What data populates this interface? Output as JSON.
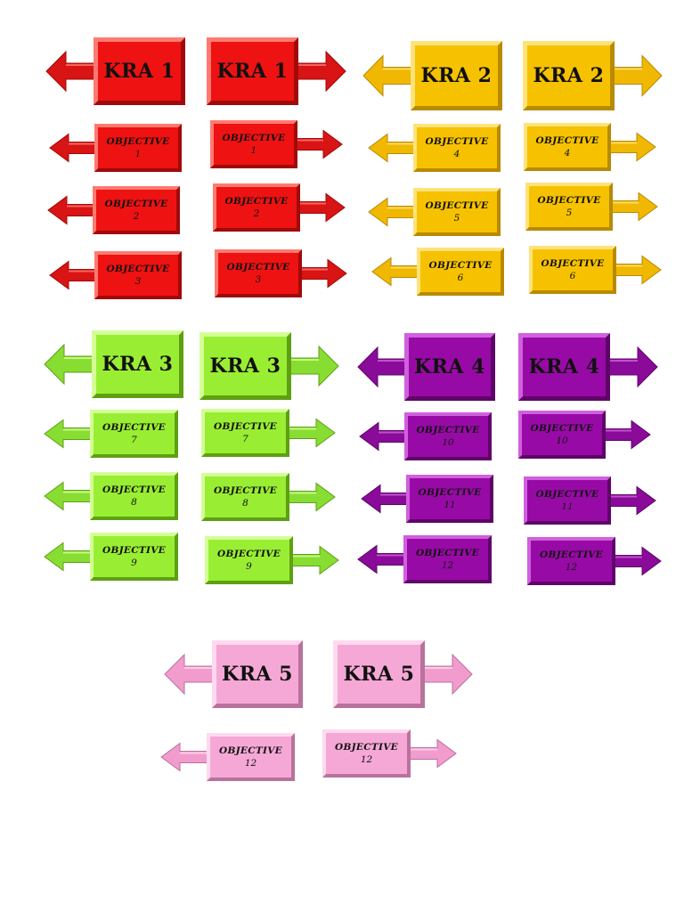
{
  "palette": {
    "red": {
      "fill": "#ee1212",
      "light": "#ff7a70",
      "dark": "#a00a0a",
      "arrow": "#d81414"
    },
    "yellow": {
      "fill": "#f6c200",
      "light": "#ffe27a",
      "dark": "#b88a00",
      "arrow": "#f0b800"
    },
    "green": {
      "fill": "#99ee33",
      "light": "#d4ff96",
      "dark": "#5ea012",
      "arrow": "#88dd33"
    },
    "purple": {
      "fill": "#980aa6",
      "light": "#d060dd",
      "dark": "#5e0568",
      "arrow": "#8a0a9a"
    },
    "pink": {
      "fill": "#f5a8d6",
      "light": "#ffd9ef",
      "dark": "#b8729c",
      "arrow": "#f19ccd"
    }
  },
  "cards": [
    {
      "name": "kra-1-left",
      "kind": "kra",
      "dir": "left",
      "color": "red",
      "text": "KRA 1"
    },
    {
      "name": "kra-1-right",
      "kind": "kra",
      "dir": "right",
      "color": "red",
      "text": "KRA 1"
    },
    {
      "name": "objective-1-left",
      "kind": "obj",
      "dir": "left",
      "color": "red",
      "text": "OBJECTIVE",
      "num": "1"
    },
    {
      "name": "objective-1-right",
      "kind": "obj",
      "dir": "right",
      "color": "red",
      "text": "OBJECTIVE",
      "num": "1"
    },
    {
      "name": "objective-2-left",
      "kind": "obj",
      "dir": "left",
      "color": "red",
      "text": "OBJECTIVE",
      "num": "2"
    },
    {
      "name": "objective-2-right",
      "kind": "obj",
      "dir": "right",
      "color": "red",
      "text": "OBJECTIVE",
      "num": "2"
    },
    {
      "name": "objective-3-left",
      "kind": "obj",
      "dir": "left",
      "color": "red",
      "text": "OBJECTIVE",
      "num": "3"
    },
    {
      "name": "objective-3-right",
      "kind": "obj",
      "dir": "right",
      "color": "red",
      "text": "OBJECTIVE",
      "num": "3"
    },
    {
      "name": "kra-2-left",
      "kind": "kra",
      "dir": "left",
      "color": "yellow",
      "text": "KRA 2"
    },
    {
      "name": "kra-2-right",
      "kind": "kra",
      "dir": "right",
      "color": "yellow",
      "text": "KRA 2"
    },
    {
      "name": "objective-4-left",
      "kind": "obj",
      "dir": "left",
      "color": "yellow",
      "text": "OBJECTIVE",
      "num": "4"
    },
    {
      "name": "objective-4-right",
      "kind": "obj",
      "dir": "right",
      "color": "yellow",
      "text": "OBJECTIVE",
      "num": "4"
    },
    {
      "name": "objective-5-left",
      "kind": "obj",
      "dir": "left",
      "color": "yellow",
      "text": "OBJECTIVE",
      "num": "5"
    },
    {
      "name": "objective-5-right",
      "kind": "obj",
      "dir": "right",
      "color": "yellow",
      "text": "OBJECTIVE",
      "num": "5"
    },
    {
      "name": "objective-6-left",
      "kind": "obj",
      "dir": "left",
      "color": "yellow",
      "text": "OBJECTIVE",
      "num": "6"
    },
    {
      "name": "objective-6-right",
      "kind": "obj",
      "dir": "right",
      "color": "yellow",
      "text": "OBJECTIVE",
      "num": "6"
    },
    {
      "name": "kra-3-left",
      "kind": "kra",
      "dir": "left",
      "color": "green",
      "text": "KRA 3"
    },
    {
      "name": "kra-3-right",
      "kind": "kra",
      "dir": "right",
      "color": "green",
      "text": "KRA 3"
    },
    {
      "name": "objective-7-left",
      "kind": "obj",
      "dir": "left",
      "color": "green",
      "text": "OBJECTIVE",
      "num": "7"
    },
    {
      "name": "objective-7-right",
      "kind": "obj",
      "dir": "right",
      "color": "green",
      "text": "OBJECTIVE",
      "num": "7"
    },
    {
      "name": "objective-8-left",
      "kind": "obj",
      "dir": "left",
      "color": "green",
      "text": "OBJECTIVE",
      "num": "8"
    },
    {
      "name": "objective-8-right",
      "kind": "obj",
      "dir": "right",
      "color": "green",
      "text": "OBJECTIVE",
      "num": "8"
    },
    {
      "name": "objective-9-left",
      "kind": "obj",
      "dir": "left",
      "color": "green",
      "text": "OBJECTIVE",
      "num": "9"
    },
    {
      "name": "objective-9-right",
      "kind": "obj",
      "dir": "right",
      "color": "green",
      "text": "OBJECTIVE",
      "num": "9"
    },
    {
      "name": "kra-4-left",
      "kind": "kra",
      "dir": "left",
      "color": "purple",
      "text": "KRA 4"
    },
    {
      "name": "kra-4-right",
      "kind": "kra",
      "dir": "right",
      "color": "purple",
      "text": "KRA 4"
    },
    {
      "name": "objective-10-left",
      "kind": "obj",
      "dir": "left",
      "color": "purple",
      "text": "OBJECTIVE",
      "num": "10"
    },
    {
      "name": "objective-10-right",
      "kind": "obj",
      "dir": "right",
      "color": "purple",
      "text": "OBJECTIVE",
      "num": "10"
    },
    {
      "name": "objective-11-left",
      "kind": "obj",
      "dir": "left",
      "color": "purple",
      "text": "OBJECTIVE",
      "num": "11"
    },
    {
      "name": "objective-11-right",
      "kind": "obj",
      "dir": "right",
      "color": "purple",
      "text": "OBJECTIVE",
      "num": "11"
    },
    {
      "name": "objective-12-left",
      "kind": "obj",
      "dir": "left",
      "color": "purple",
      "text": "OBJECTIVE",
      "num": "12"
    },
    {
      "name": "objective-12-right",
      "kind": "obj",
      "dir": "right",
      "color": "purple",
      "text": "OBJECTIVE",
      "num": "12"
    },
    {
      "name": "kra-5-left",
      "kind": "kra",
      "dir": "left",
      "color": "pink",
      "text": "KRA 5"
    },
    {
      "name": "kra-5-right",
      "kind": "kra",
      "dir": "right",
      "color": "pink",
      "text": "KRA 5"
    },
    {
      "name": "objective-12-pink-left",
      "kind": "obj",
      "dir": "left",
      "color": "pink",
      "text": "OBJECTIVE",
      "num": "12"
    },
    {
      "name": "objective-12-pink-right",
      "kind": "obj",
      "dir": "right",
      "color": "pink",
      "text": "OBJECTIVE",
      "num": "12"
    }
  ]
}
